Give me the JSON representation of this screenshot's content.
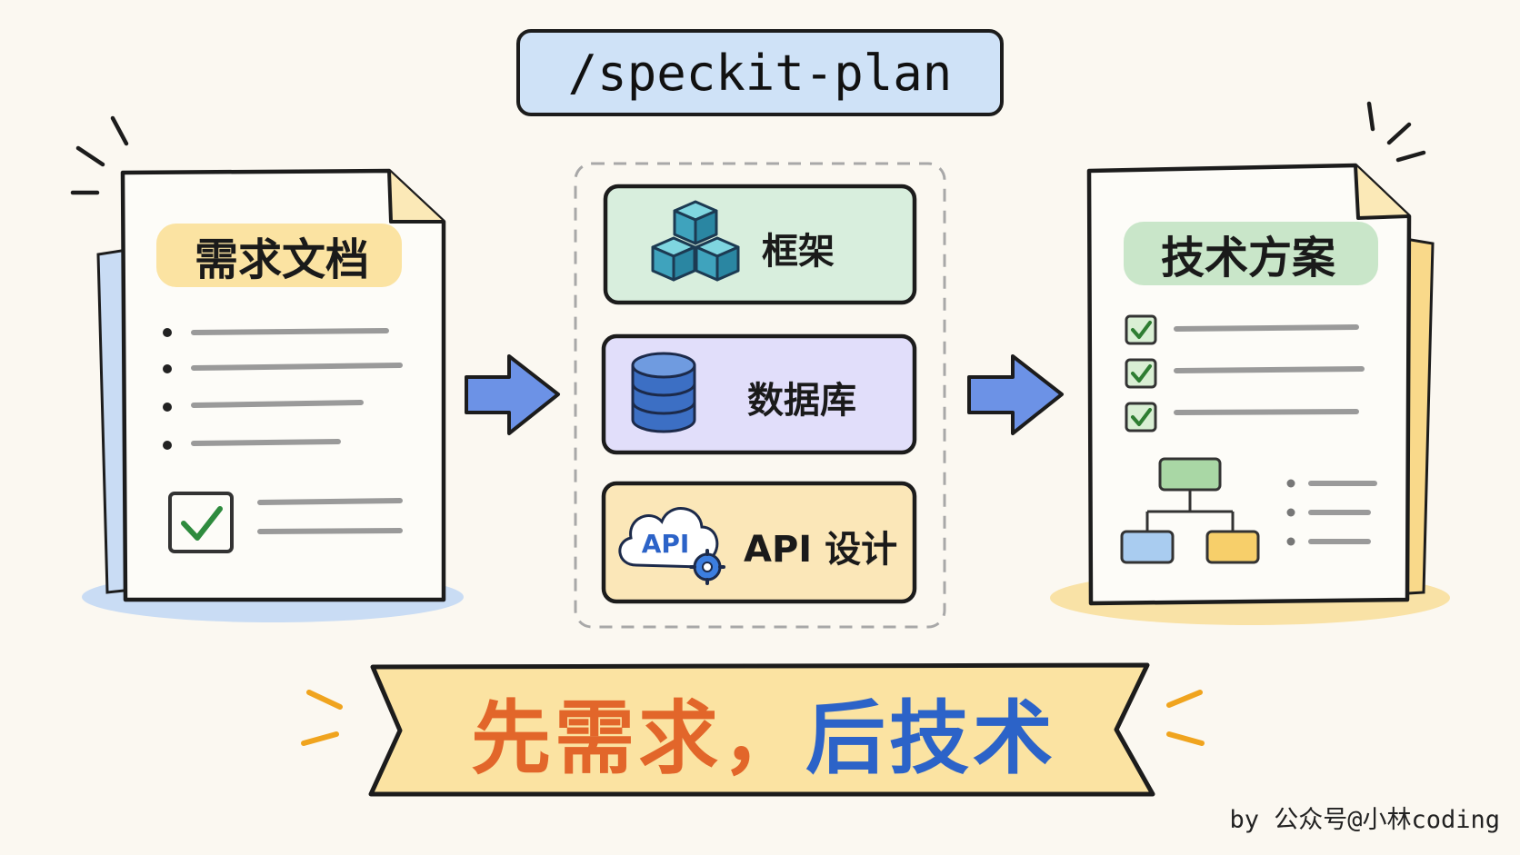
{
  "title": "/speckit-plan",
  "left_doc": {
    "label": "需求文档",
    "label_color": "#fbe3a2",
    "shadow_color": "#c9dcf4"
  },
  "middle": {
    "items": [
      {
        "label": "框架",
        "icon": "cubes-icon",
        "bg": "#d8eedd"
      },
      {
        "label": "数据库",
        "icon": "database-icon",
        "bg": "#e1defa"
      },
      {
        "label": "API 设计",
        "icon": "cloud-api-gear-icon",
        "icon_text": "API",
        "bg": "#fbe7b8"
      }
    ]
  },
  "right_doc": {
    "label": "技术方案",
    "label_color": "#c9e6c9",
    "shadow_color": "#f9e2a6"
  },
  "banner": {
    "part1": "先需求，",
    "part2": "后技术",
    "part1_color": "#e2662a",
    "part2_color": "#2c63c8",
    "bg": "#fbe3a2"
  },
  "credit": "by 公众号@小林coding",
  "colors": {
    "arrow": "#6c92e6",
    "title_bg": "#cfe2f7",
    "outline": "#1c1c1c"
  }
}
